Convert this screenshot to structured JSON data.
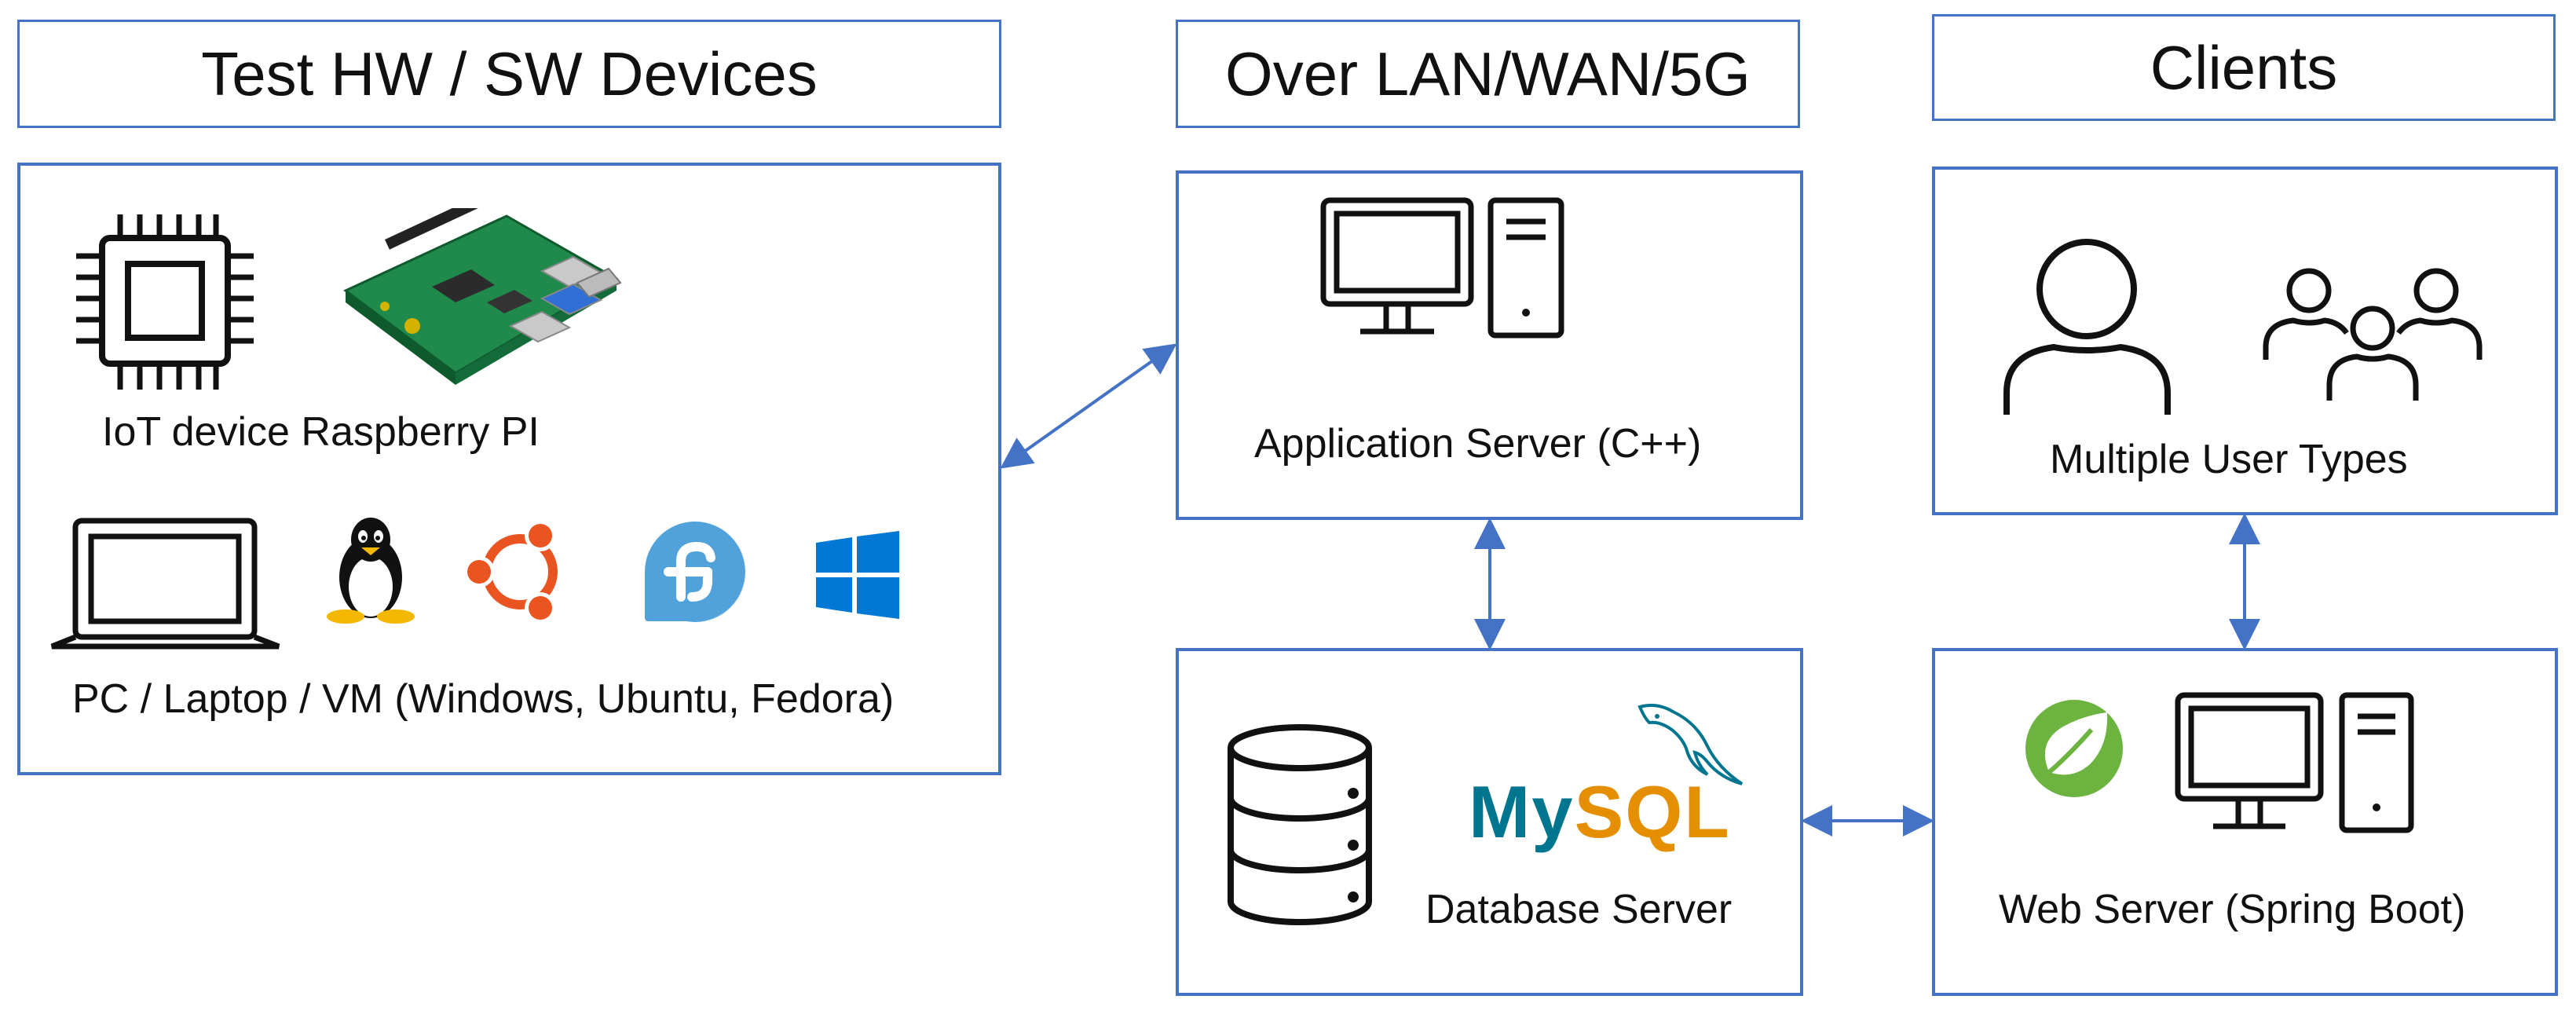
{
  "headers": {
    "devices": "Test HW / SW Devices",
    "network": "Over LAN/WAN/5G",
    "clients": "Clients"
  },
  "devices": {
    "iot_label": "IoT device Raspberry PI",
    "pc_label": "PC / Laptop / VM (Windows, Ubuntu, Fedora)"
  },
  "servers": {
    "app_label": "Application Server (C++)",
    "db_label": "Database Server",
    "web_label": "Web Server (Spring Boot)",
    "mysql_logo_my": "My",
    "mysql_logo_sql": "SQL"
  },
  "clients": {
    "users_label": "Multiple User Types"
  },
  "colors": {
    "border": "#4472c4",
    "arrow": "#4472c4",
    "mysql_blue": "#00758f",
    "mysql_orange": "#e48e00",
    "spring_green": "#6db33f",
    "ubuntu_orange": "#e95420",
    "fedora_blue": "#3c6eb4",
    "windows_blue": "#0078d4"
  }
}
